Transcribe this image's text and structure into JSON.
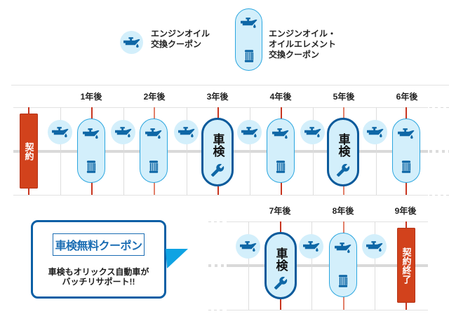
{
  "legend": {
    "oil_coupon": {
      "icon": "oil-can-icon",
      "label_line1": "エンジンオイル",
      "label_line2": "交換クーポン"
    },
    "oil_element_coupon": {
      "icons": [
        "oil-can-icon",
        "oil-filter-icon"
      ],
      "label_line1": "エンジンオイル・",
      "label_line2": "オイルエレメント",
      "label_line3": "交換クーポン"
    }
  },
  "timeline": {
    "row1": {
      "start_label": "契約",
      "year_labels": [
        "1年後",
        "2年後",
        "3年後",
        "4年後",
        "5年後",
        "6年後"
      ],
      "events": [
        "contract-start",
        "oil",
        "oil+element",
        "oil",
        "oil+element",
        "oil",
        "shaken",
        "oil",
        "oil+element",
        "oil",
        "shaken",
        "oil",
        "oil+element"
      ]
    },
    "row2": {
      "year_labels": [
        "7年後",
        "8年後",
        "9年後"
      ],
      "end_label": "契約終了",
      "events": [
        "oil",
        "shaken",
        "oil",
        "oil+element",
        "oil",
        "contract-end"
      ]
    },
    "shaken_label": "車検"
  },
  "callout": {
    "logo_text": "車検無料クーポン",
    "line1": "車検もオリックス自動車が",
    "line2": "バッチリサポート!!"
  },
  "colors": {
    "accent_blue": "#0b5fa5",
    "light_blue": "#d3effb",
    "pill_border": "#2ba6df",
    "contract_red": "#d2421c",
    "pointer_blue": "#0fa3e3"
  }
}
